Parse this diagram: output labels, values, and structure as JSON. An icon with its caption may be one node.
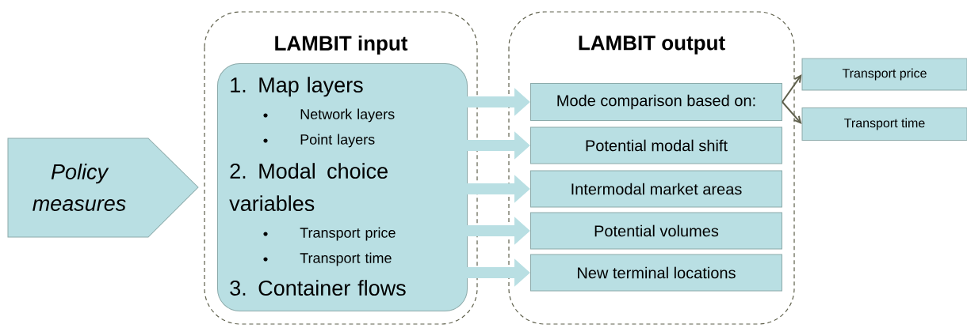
{
  "diagram": {
    "nodes": [
      {
        "text": [
          "Policy measures"
        ]
      },
      {
        "text": [
          "LAMBIT input"
        ]
      },
      {
        "text": [
          "1. Map layers",
          "Network layers",
          "Point layers",
          "2. Modal choice variables",
          "Transport price",
          "Transport time",
          "3. Container flows"
        ],
        "in": 1
      },
      {
        "text": [
          "LAMBIT output"
        ]
      },
      {
        "text": [
          "Mode comparison based on:"
        ],
        "in": 3
      },
      {
        "text": [
          "Potential modal shift"
        ],
        "in": 3
      },
      {
        "text": [
          "Intermodal market areas"
        ],
        "in": 3
      },
      {
        "text": [
          "Potential volumes"
        ],
        "in": 3
      },
      {
        "text": [
          "New terminal locations"
        ],
        "in": 3
      },
      {
        "text": [
          "Transport price"
        ]
      },
      {
        "text": [
          "Transport time"
        ]
      }
    ],
    "edges": [
      {
        "from": 2,
        "to": 4,
        "arrow": "to"
      },
      {
        "from": 2,
        "to": 5,
        "arrow": "to"
      },
      {
        "from": 2,
        "to": 6,
        "arrow": "to"
      },
      {
        "from": 2,
        "to": 7,
        "arrow": "to"
      },
      {
        "from": 2,
        "to": 8,
        "arrow": "to"
      },
      {
        "from": 4,
        "to": 9,
        "arrow": "to",
        "color": "#5f604c"
      },
      {
        "from": 4,
        "to": 10,
        "arrow": "to",
        "color": "#5f604c"
      }
    ]
  }
}
